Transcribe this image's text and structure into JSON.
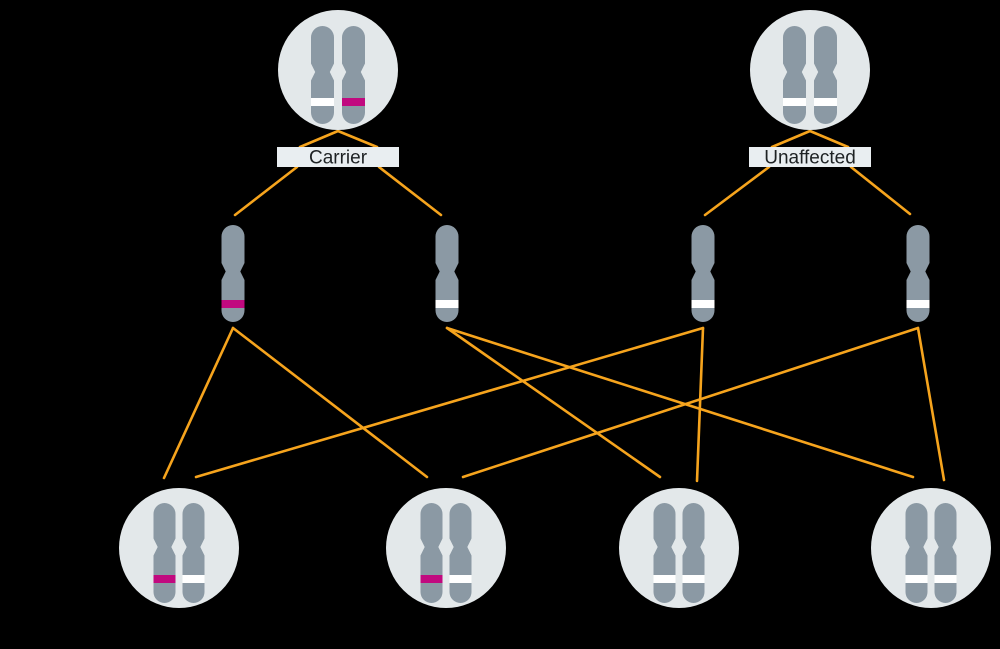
{
  "figure": {
    "type": "inheritance-pedigree-diagram",
    "description": "Carrier x Unaffected cross: parent cells pass single chromosomes (gametes) to four offspring cells"
  },
  "colors": {
    "background": "#000000",
    "cell_fill": "#E3E8EA",
    "chromosome": "#8B99A4",
    "band_mutation": "#C1097F",
    "band_normal": "#FFFFFF",
    "line": "#F6A41D",
    "label_box": "#E9EEF1",
    "label_text": "#1E2224"
  },
  "parents": [
    {
      "id": "parent-1",
      "label": "Carrier",
      "chromosome_bands": [
        "normal",
        "mutation"
      ]
    },
    {
      "id": "parent-2",
      "label": "Unaffected",
      "chromosome_bands": [
        "normal",
        "normal"
      ]
    }
  ],
  "gametes": [
    {
      "id": "gamete-1",
      "parent": "parent-1",
      "band": "mutation"
    },
    {
      "id": "gamete-2",
      "parent": "parent-1",
      "band": "normal"
    },
    {
      "id": "gamete-3",
      "parent": "parent-2",
      "band": "normal"
    },
    {
      "id": "gamete-4",
      "parent": "parent-2",
      "band": "normal"
    }
  ],
  "offspring": [
    {
      "id": "child-1",
      "chromosome_bands": [
        "mutation",
        "normal"
      ]
    },
    {
      "id": "child-2",
      "chromosome_bands": [
        "mutation",
        "normal"
      ]
    },
    {
      "id": "child-3",
      "chromosome_bands": [
        "normal",
        "normal"
      ]
    },
    {
      "id": "child-4",
      "chromosome_bands": [
        "normal",
        "normal"
      ]
    }
  ],
  "connections": {
    "parent_to_gamete": [
      [
        "parent-1",
        "gamete-1"
      ],
      [
        "parent-1",
        "gamete-2"
      ],
      [
        "parent-2",
        "gamete-3"
      ],
      [
        "parent-2",
        "gamete-4"
      ]
    ],
    "gamete_to_child": [
      [
        "gamete-1",
        "child-1"
      ],
      [
        "gamete-1",
        "child-2"
      ],
      [
        "gamete-2",
        "child-3"
      ],
      [
        "gamete-2",
        "child-4"
      ],
      [
        "gamete-3",
        "child-1"
      ],
      [
        "gamete-3",
        "child-3"
      ],
      [
        "gamete-4",
        "child-2"
      ],
      [
        "gamete-4",
        "child-4"
      ]
    ]
  }
}
